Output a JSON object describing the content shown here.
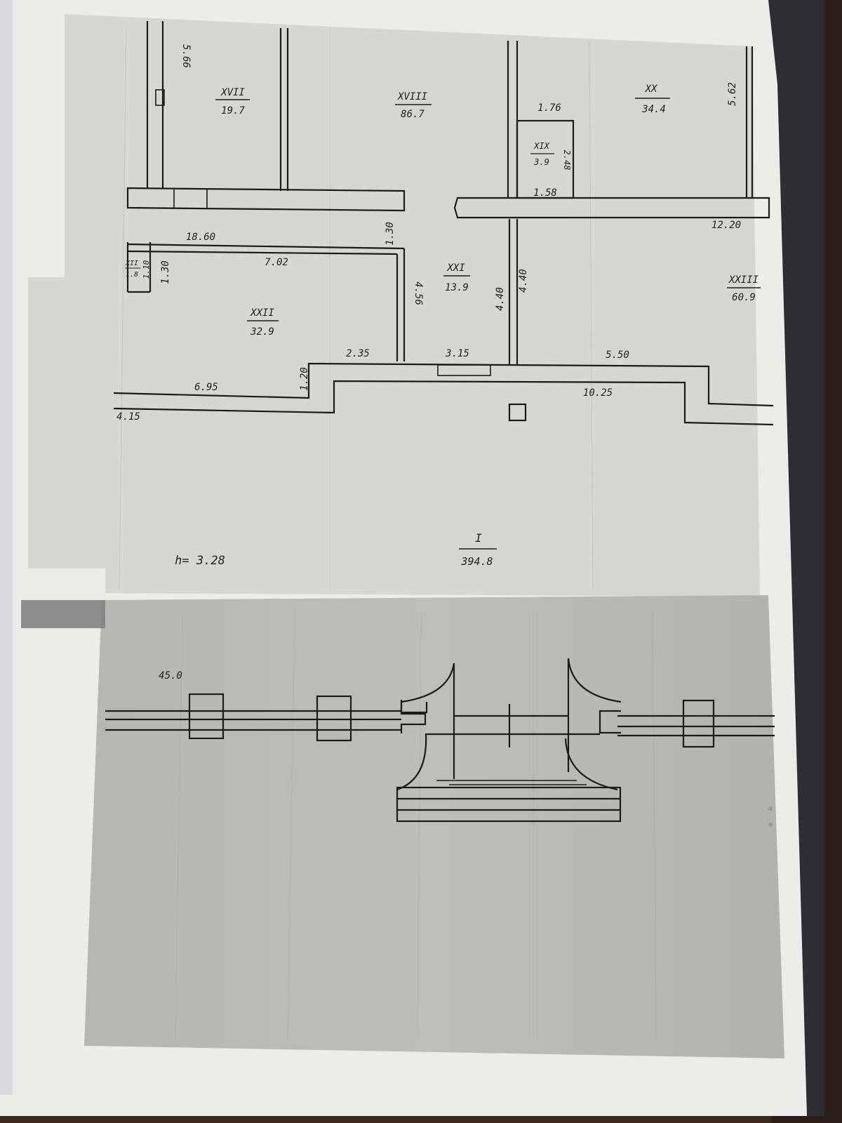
{
  "rooms": [
    {
      "numeral": "XVII",
      "area": "19.7"
    },
    {
      "numeral": "XVIII",
      "area": "86.7"
    },
    {
      "numeral": "XX",
      "area": "34.4"
    },
    {
      "numeral": "XIX",
      "area": "3.9"
    },
    {
      "numeral": "XXI",
      "area": "13.9"
    },
    {
      "numeral": "XXII",
      "area": "32.9"
    },
    {
      "numeral": "XXIII",
      "area": "60.9"
    },
    {
      "numeral": "XII",
      "area": "1.8"
    },
    {
      "numeral": "I",
      "area": "394.8"
    }
  ],
  "dimensions": {
    "d_5_66": "5.66",
    "d_5_62": "5.62",
    "d_1_76": "1.76",
    "d_2_48": "2.48",
    "d_1_58": "1.58",
    "d_12_20": "12.20",
    "d_18_60": "18.60",
    "d_1_30_top": "1.30",
    "d_7_02": "7.02",
    "d_1_30_left": "1.30",
    "d_1_10": "1.10",
    "d_4_56": "4.56",
    "d_4_40_a": "4.40",
    "d_4_40_b": "4.40",
    "d_2_35": "2.35",
    "d_3_15": "3.15",
    "d_5_50": "5.50",
    "d_1_20": "1.20",
    "d_6_95": "6.95",
    "d_10_25": "10.25",
    "d_4_15": "4.15"
  },
  "height_label": "h= 3.28",
  "elevation_label": "45.0"
}
